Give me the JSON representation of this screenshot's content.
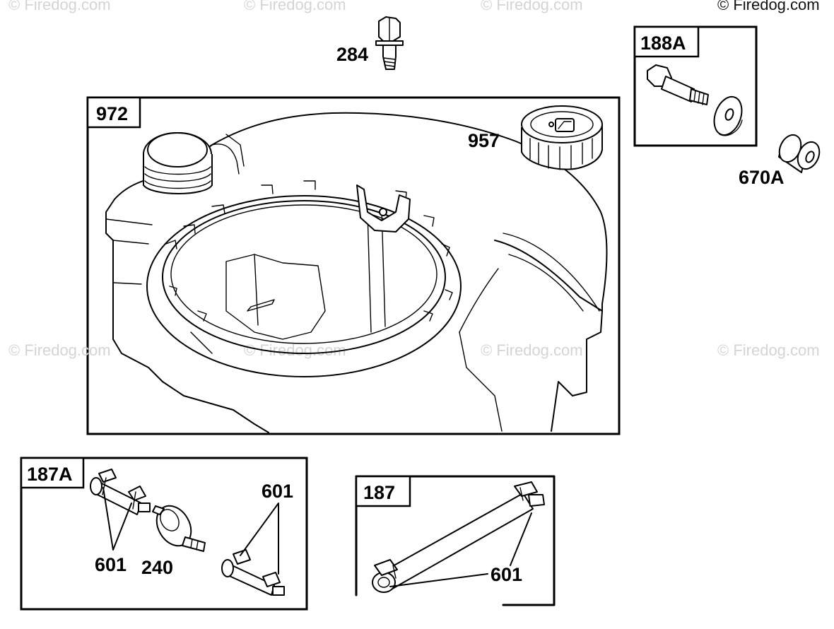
{
  "watermarks": {
    "top_1": "© Firedog.com",
    "top_2": "© Firedog.com",
    "top_3": "© Firedog.com",
    "top_right": "© Firedog.com",
    "mid_1": "© Firedog.com",
    "mid_2": "© Firedog.com",
    "mid_3": "© Firedog.com",
    "mid_4": "© Firedog.com"
  },
  "labels": {
    "bolt_top": "284",
    "tank_assembly": "972",
    "fuel_cap": "957",
    "bolt_kit": "188A",
    "spacer": "670A",
    "filter_kit": "187A",
    "filter_kit_clamps_left": "601",
    "filter_kit_clamps_right": "601",
    "fuel_filter": "240",
    "line_kit": "187",
    "line_kit_clamps": "601"
  }
}
